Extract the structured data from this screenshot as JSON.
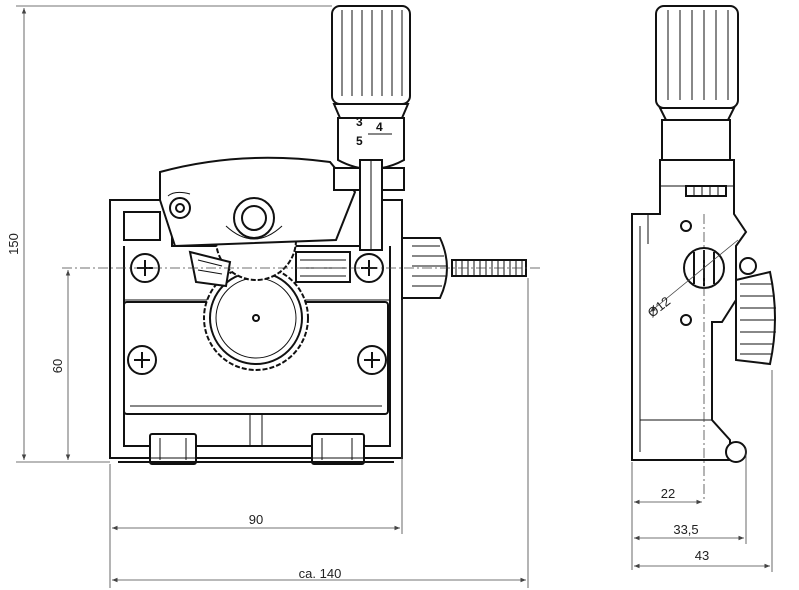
{
  "dimensions": {
    "overall_height": "150",
    "axis_height": "60",
    "body_width": "90",
    "total_width": "ca. 140",
    "bore_diameter": "Ø12",
    "side_22": "22",
    "side_33_5": "33,5",
    "side_43": "43"
  },
  "tension_scale": {
    "mark_3": "3",
    "mark_4": "4",
    "mark_5": "5"
  }
}
